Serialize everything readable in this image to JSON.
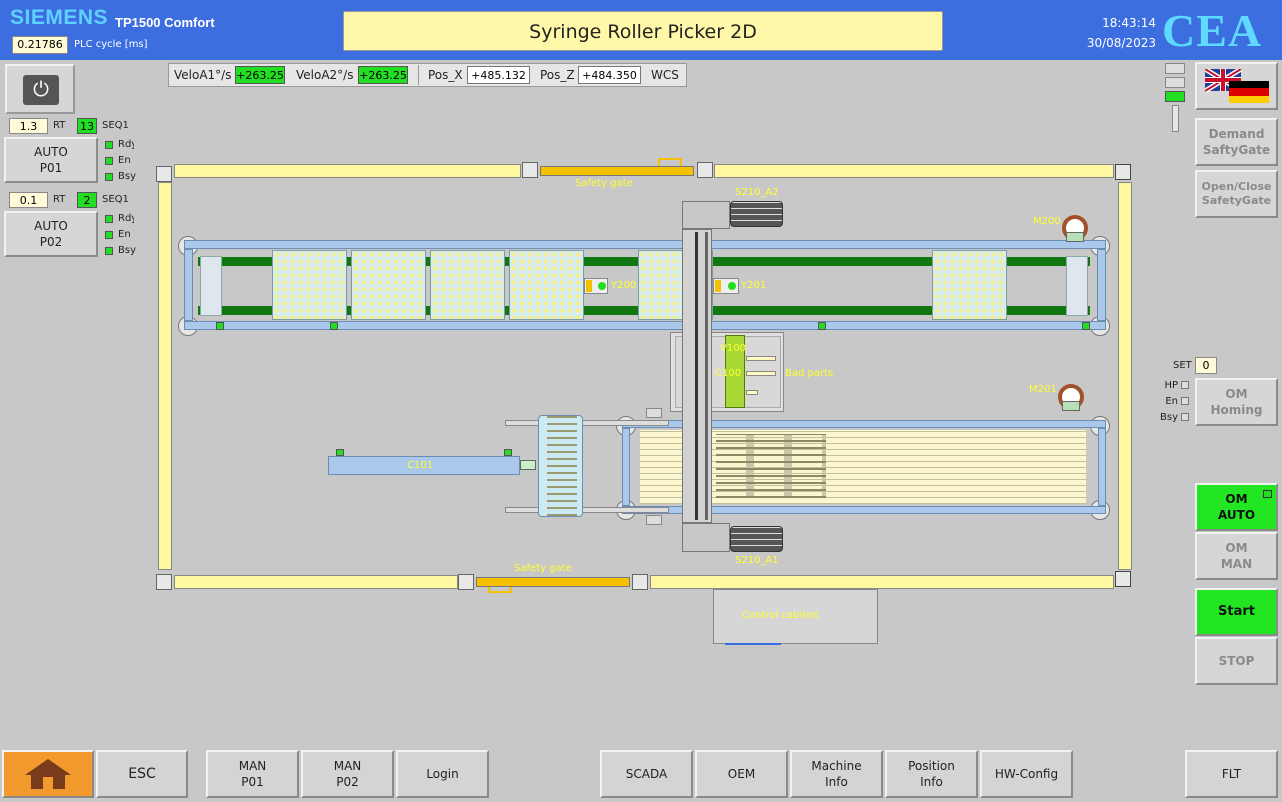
{
  "header": {
    "brand": "SIEMENS",
    "model": "TP1500 Comfort",
    "plc_cycle_value": "0.21786",
    "plc_cycle_label": "PLC cycle [ms]",
    "title": "Syringe Roller Picker 2D",
    "time": "18:43:14",
    "date": "30/08/2023",
    "logo": "CEA"
  },
  "speedbar": {
    "velo_a1_label": "VeloA1°/s",
    "velo_a1_value": "+263.25",
    "velo_a2_label": "VeloA2°/s",
    "velo_a2_value": "+263.25",
    "pos_x_label": "Pos_X",
    "pos_x_value": "+485.132",
    "pos_z_label": "Pos_Z",
    "pos_z_value": "+484.350",
    "frame": "WCS"
  },
  "left_panel": {
    "p01": {
      "rt_value": "1.3",
      "rt_label": "RT",
      "seq_num": "13",
      "seq_label": "SEQ1",
      "button_line1": "AUTO",
      "button_line2": "P01",
      "leds": [
        "Rdy",
        "En",
        "Bsy"
      ]
    },
    "p02": {
      "rt_value": "0.1",
      "rt_label": "RT",
      "seq_num": "2",
      "seq_label": "SEQ1",
      "button_line1": "AUTO",
      "button_line2": "P02",
      "leds": [
        "Rdy",
        "En",
        "Bsy"
      ]
    }
  },
  "machine": {
    "safety_gate_top": "Safety gate",
    "safety_gate_bottom": "Safety gate",
    "s210_a2": "S210_A2",
    "s210_a1": "S210_A1",
    "m200": "M200",
    "m201": "M201",
    "y200": "Y200",
    "y201": "Y201",
    "v100": "V100",
    "c100": "C100",
    "bad_parts": "Bad parts",
    "c101": "C101",
    "control_cabinet": "Control cabinet"
  },
  "right_panel": {
    "demand_gate": [
      "Demand",
      "SaftyGate"
    ],
    "open_close_gate": [
      "Open/Close",
      "SafetyGate"
    ],
    "set_label": "SET",
    "set_value": "0",
    "homing_leds": [
      "HP",
      "En",
      "Bsy"
    ],
    "om_homing": [
      "OM",
      "Homing"
    ],
    "om_auto": [
      "OM",
      "AUTO"
    ],
    "om_man": [
      "OM",
      "MAN"
    ],
    "start": "Start",
    "stop": "STOP"
  },
  "bottom_bar": {
    "esc": "ESC",
    "man_p01": [
      "MAN",
      "P01"
    ],
    "man_p02": [
      "MAN",
      "P02"
    ],
    "login": "Login",
    "scada": "SCADA",
    "oem": "OEM",
    "machine_info": [
      "Machine",
      "Info"
    ],
    "position_info": [
      "Position",
      "Info"
    ],
    "hw_config": "HW-Config",
    "flt": "FLT"
  },
  "colors": {
    "header_blue": "#3c6ee0",
    "brand_cyan": "#5fd0ff",
    "title_yellow": "#fff8a8",
    "active_green": "#22dd22",
    "home_orange": "#f39a2e",
    "background_gray": "#c8c8c8",
    "label_yellow": "#ffff30"
  }
}
